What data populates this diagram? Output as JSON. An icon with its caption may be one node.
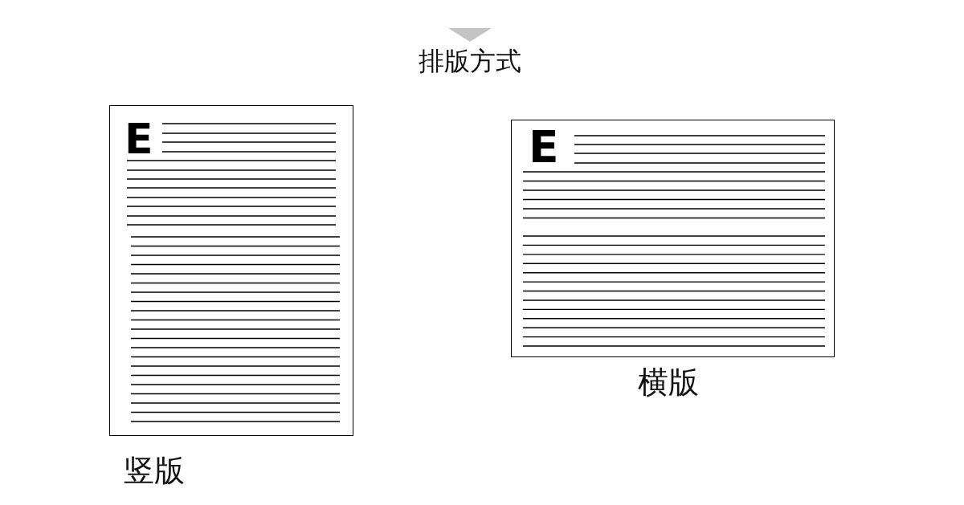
{
  "diagram": {
    "title": "排版方式",
    "nodes": [
      {
        "text": [
          "E"
        ],
        "beside": [
          "竖版"
        ]
      },
      {
        "text": [
          "E"
        ],
        "beside": [
          "横版"
        ]
      }
    ]
  }
}
